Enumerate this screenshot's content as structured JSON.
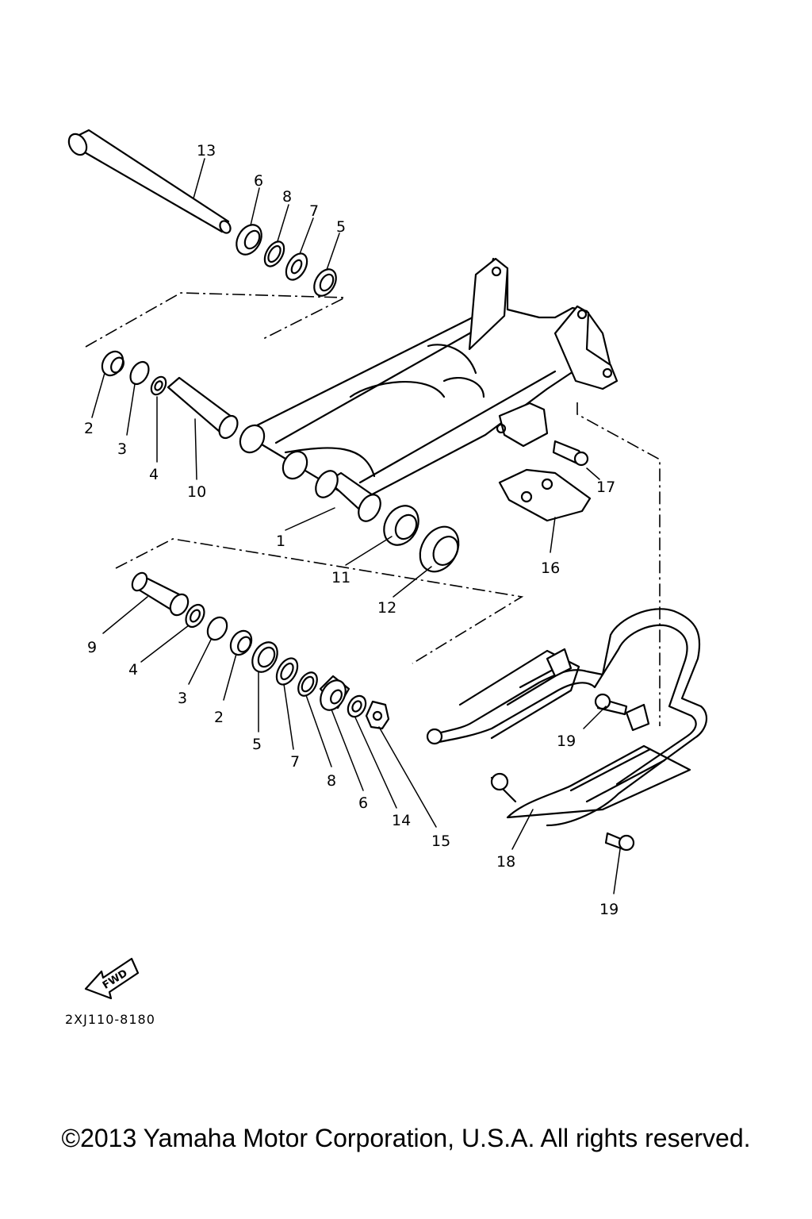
{
  "diagram": {
    "callouts": [
      "13",
      "6",
      "8",
      "7",
      "5",
      "2",
      "3",
      "4",
      "10",
      "1",
      "11",
      "12",
      "16",
      "17",
      "9",
      "4",
      "3",
      "2",
      "5",
      "7",
      "8",
      "6",
      "14",
      "15",
      "19",
      "18",
      "19"
    ],
    "part_code": "2XJ110-8180",
    "fwd_label": "FWD"
  },
  "footer": {
    "copyright": "©2013 Yamaha Motor Corporation, U.S.A. All rights reserved."
  }
}
